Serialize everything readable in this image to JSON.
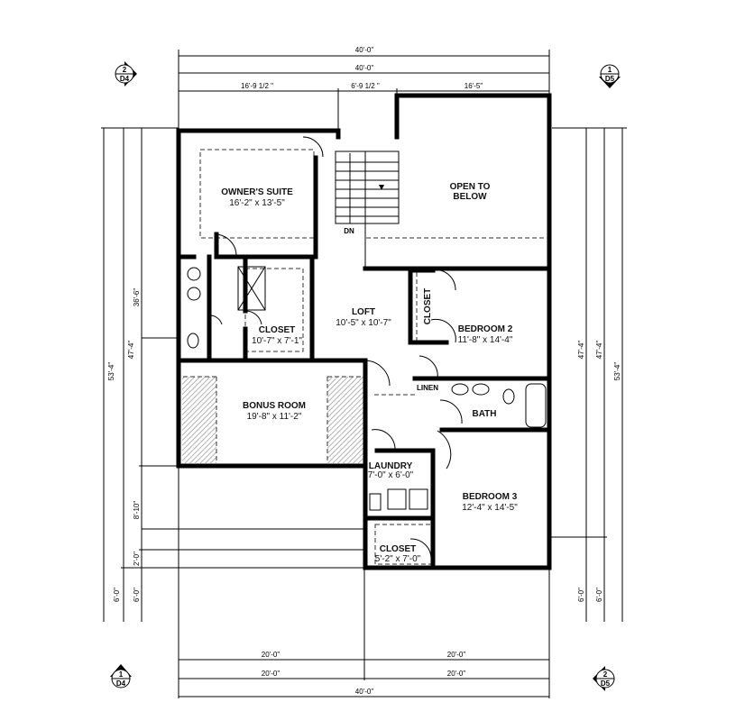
{
  "dimensions": {
    "top": {
      "overall_1": "40'-0\"",
      "overall_2": "40'-0\"",
      "seg_1": "16'-9 1/2 \"",
      "seg_2": "6'-9 1/2 \"",
      "seg_3": "16'-5\""
    },
    "bottom": {
      "row1_left": "20'-0\"",
      "row1_right": "20'-0\"",
      "row2_left": "20'-0\"",
      "row2_right": "20'-0\"",
      "overall": "40'-0\""
    },
    "left": {
      "overall": "53'-4\"",
      "mid": "47'-4\"",
      "upper": "36'-6\"",
      "lower_a": "8'-10\"",
      "lower_b": "2'-0\"",
      "bottom_1": "6'-0\"",
      "bottom_2": "6'-0\""
    },
    "right": {
      "inner": "47'-4\"",
      "mid": "47'-4\"",
      "overall": "53'-4\"",
      "bottom_1": "6'-0\"",
      "bottom_2": "6'-0\""
    }
  },
  "section_markers": {
    "top_left": {
      "number": "2",
      "sheet": "D4"
    },
    "top_right": {
      "number": "1",
      "sheet": "D5"
    },
    "bottom_left": {
      "number": "1",
      "sheet": "D4"
    },
    "bottom_right": {
      "number": "2",
      "sheet": "D5"
    }
  },
  "rooms": {
    "owners_suite": {
      "name": "OWNER'S SUITE",
      "size": "16'-2\" x 13'-5\""
    },
    "open_to_below": {
      "name_1": "OPEN TO",
      "name_2": "BELOW"
    },
    "stairs": {
      "label": "DN"
    },
    "owners_closet": {
      "name": "CLOSET",
      "size": "10'-7\" x 7'-1\""
    },
    "loft": {
      "name": "LOFT",
      "size": "10'-5\" x 10'-7\""
    },
    "bedroom2_closet": {
      "name": "CLOSET"
    },
    "bedroom2": {
      "name": "BEDROOM 2",
      "size": "11'-8\" x 14'-4\""
    },
    "bonus_room": {
      "name": "BONUS ROOM",
      "size": "19'-8\" x 11'-2\""
    },
    "linen": {
      "name": "LINEN"
    },
    "bath": {
      "name": "BATH"
    },
    "laundry": {
      "name": "LAUNDRY",
      "size": "7'-0\" x 6'-0\""
    },
    "bedroom3": {
      "name": "BEDROOM 3",
      "size": "12'-4\" x 14'-5\""
    },
    "bedroom3_closet": {
      "name": "CLOSET",
      "size": "5'-2\" x 7'-0\""
    }
  }
}
